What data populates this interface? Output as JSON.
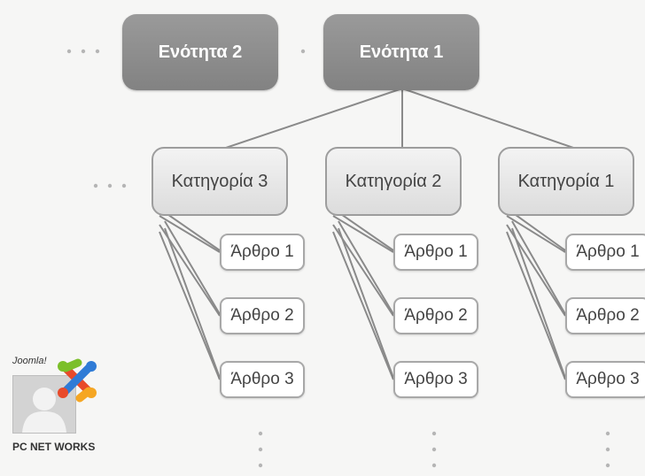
{
  "sections": [
    {
      "label": "Ενότητα 2"
    },
    {
      "label": "Ενότητα 1"
    }
  ],
  "categories": [
    {
      "label": "Κατηγορία 3",
      "articles": [
        "Άρθρο 1",
        "Άρθρο 2",
        "Άρθρο 3"
      ]
    },
    {
      "label": "Κατηγορία 2",
      "articles": [
        "Άρθρο 1",
        "Άρθρο 2",
        "Άρθρο 3"
      ]
    },
    {
      "label": "Κατηγορία 1",
      "articles": [
        "Άρθρο 1",
        "Άρθρο 2",
        "Άρθρο 3"
      ]
    }
  ],
  "logo": {
    "joomla_text": "Joomla!",
    "brand_text": "PC NET WORKS",
    "logo_icon": "joomla-logo-icon"
  },
  "colors": {
    "section_fill": "#8c8c8c",
    "category_fill": "#e6e6e6",
    "article_fill": "#ffffff",
    "connector": "#8a8a8a",
    "dots": "#b5b5b5"
  }
}
